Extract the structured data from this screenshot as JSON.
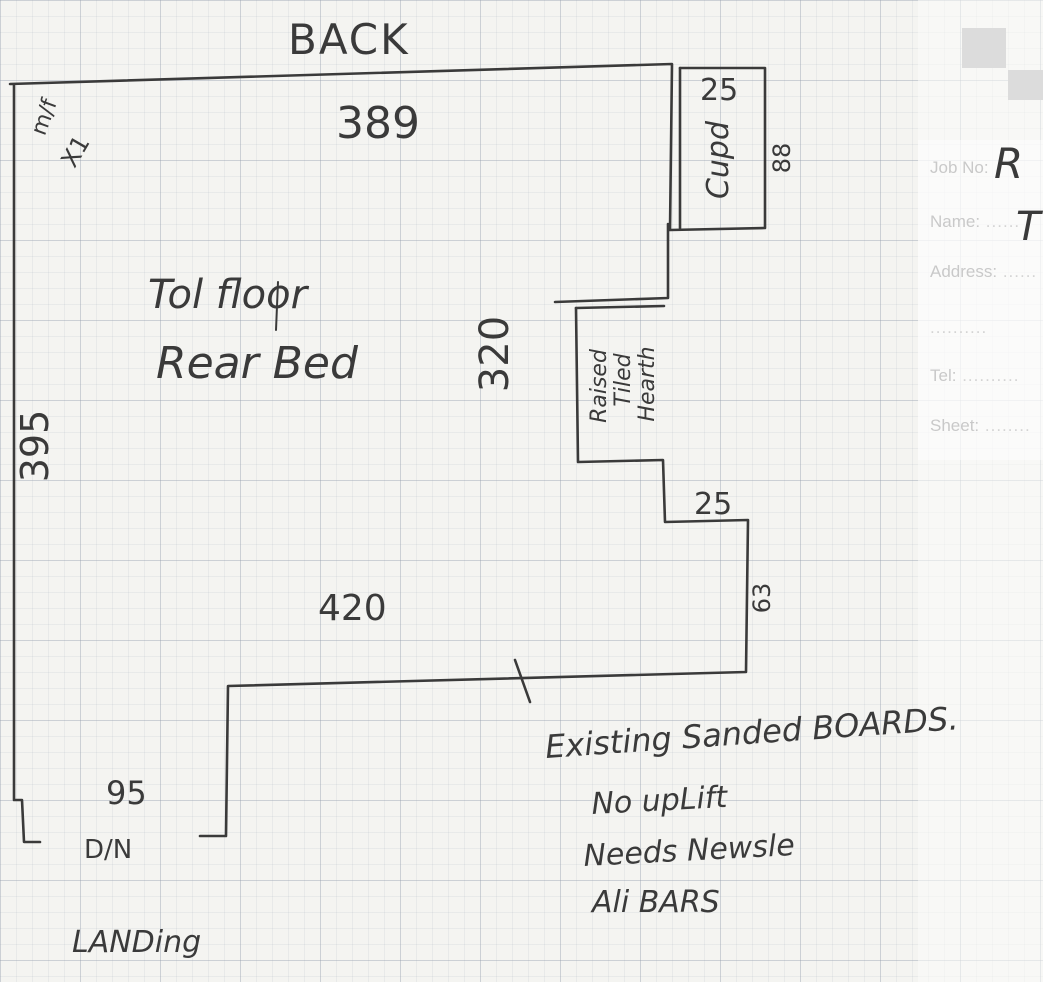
{
  "form": {
    "job_no_label": "Job No:",
    "name_label": "Name:",
    "address_label": "Address:",
    "tel_label": "Tel:",
    "sheet_label": "Sheet:"
  },
  "labels": {
    "back": "BACK",
    "top_dim": "389",
    "mf_line1": "m/f",
    "mf_line2": "X1",
    "room_line1": "Tol floor",
    "room_line2": "Rear Bed",
    "left_dim": "395",
    "alcove_dim": "320",
    "cupboard_width": "25",
    "cupboard_depth": "88",
    "cupboard_label": "Cupd",
    "hearth_line1": "Raised",
    "hearth_line2": "Tiled",
    "hearth_line3": "Hearth",
    "step_dim": "25",
    "step_depth": "63",
    "bottom_dim": "420",
    "door_dim": "95",
    "door_label": "D/N",
    "landing": "LANDing",
    "note_line1": "Existing Sanded BOARDS.",
    "note_line2": "No upLift",
    "note_line3": "Needs Newsle",
    "note_line4": "Ali BARS",
    "corner_letter": "R",
    "corner_letter2": "T"
  },
  "colors": {
    "pencil": "#3a3a3a",
    "grid": "#a0aab5"
  }
}
